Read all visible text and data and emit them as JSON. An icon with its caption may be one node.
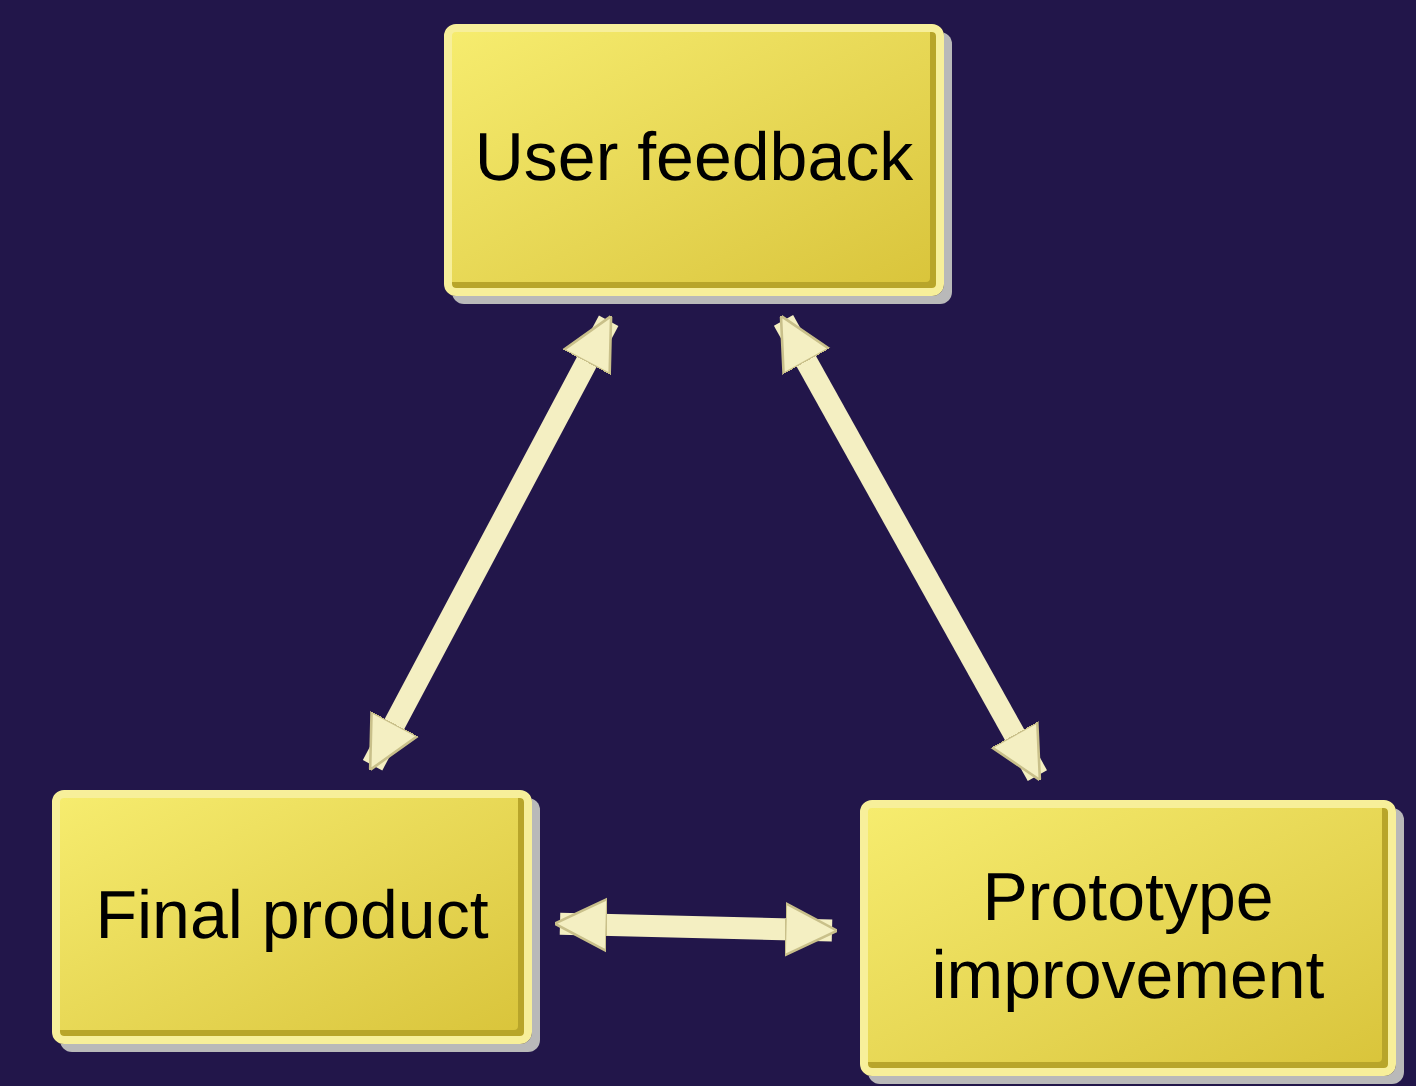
{
  "diagram": {
    "nodes": [
      {
        "text": [
          "User feedback"
        ]
      },
      {
        "text": [
          "Final product"
        ]
      },
      {
        "text": [
          "Prototype improvement"
        ]
      }
    ],
    "edges": [
      {
        "from": 1,
        "to": 0,
        "arrow": "both"
      },
      {
        "from": 0,
        "to": 2,
        "arrow": "both"
      },
      {
        "from": 1,
        "to": 2,
        "arrow": "both"
      }
    ]
  }
}
